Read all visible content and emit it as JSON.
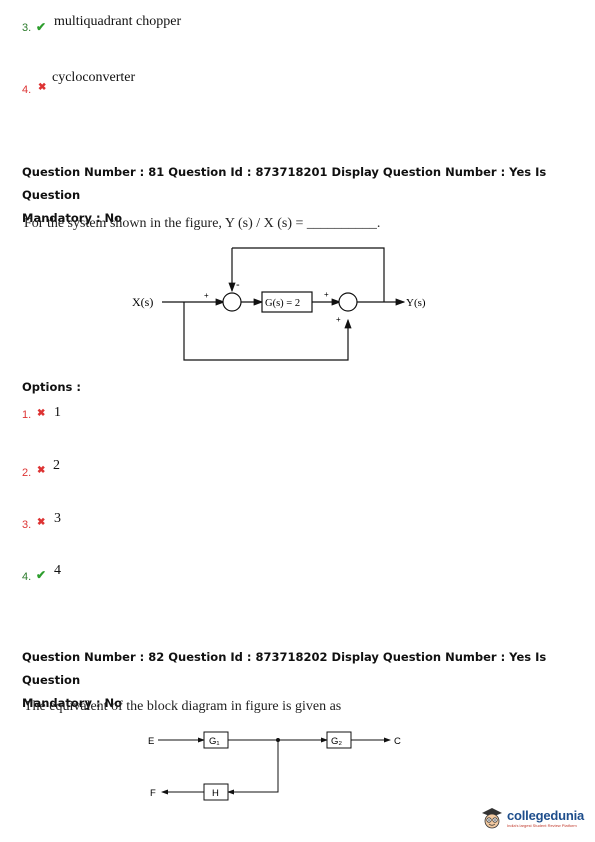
{
  "prev_question_options": [
    {
      "number": "3.",
      "mark": "correct",
      "text": "multiquadrant chopper"
    },
    {
      "number": "4.",
      "mark": "wrong",
      "text": "cycloconverter"
    }
  ],
  "question_81": {
    "header_line1": "Question Number : 81 Question Id : 873718201 Display Question Number : Yes Is Question",
    "header_line2": "Mandatory : No",
    "text": "For the system shown in the figure, Y (s) / X (s) = __________.",
    "diagram": {
      "input_label": "X(s)",
      "block_label": "G(s) = 2",
      "output_label": "Y(s)",
      "sum1_top_sign": "-",
      "sum1_left_sign": "+",
      "sum2_bottom_sign": "+",
      "sum2_left_sign": "+"
    },
    "options_label": "Options :",
    "options": [
      {
        "number": "1.",
        "mark": "wrong",
        "text": "1"
      },
      {
        "number": "2.",
        "mark": "wrong",
        "text": "2"
      },
      {
        "number": "3.",
        "mark": "wrong",
        "text": "3"
      },
      {
        "number": "4.",
        "mark": "correct",
        "text": "4"
      }
    ]
  },
  "question_82": {
    "header_line1": "Question Number : 82 Question Id : 873718202 Display Question Number : Yes Is Question",
    "header_line2": "Mandatory : No",
    "text": "The equivalent of the block diagram in figure is given as",
    "diagram": {
      "input_label": "E",
      "block1_label": "G₁",
      "block2_label": "G₂",
      "output_label": "C",
      "feedback_block_label": "H",
      "feedback_output_label": "F"
    }
  },
  "logo": {
    "name": "collegedunia",
    "tagline": "India's largest Student Review Platform"
  },
  "icons": {
    "correct": "check-icon",
    "wrong": "cross-icon"
  },
  "colors": {
    "correct": "#2e9e2e",
    "wrong": "#d33333",
    "logo_blue": "#1e4e8c"
  }
}
